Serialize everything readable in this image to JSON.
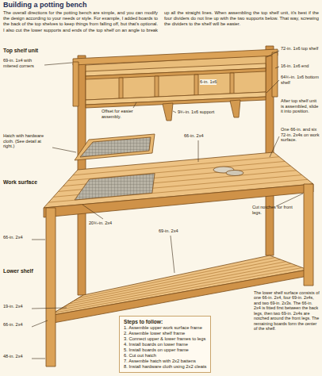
{
  "diagram": {
    "title": "Building a potting bench",
    "nodes": [
      {
        "text": [
          "Steps to follow:",
          "1. Assemble upper work surface frame",
          "2. Assemble lower shelf frame",
          "3. Connect upper & lower frames to legs",
          "4. Install boards on lower frame",
          "5. Install boards on upper frame",
          "6. Cut out hatch",
          "7. Assemble hatch with 2x2 battens",
          "8. Install hardware cloth using 2x2 cleats"
        ]
      }
    ],
    "labels": [
      "The overall directions for the potting bench are simple, and you can modify the design according to your needs or style. For example, I added boards to the back of the top shelves to keep things from falling off, but that's optional. I also cut the lower supports and ends of the top shelf on an angle to break up all the straight lines. When assembling the top shelf unit, it's best if the four dividers do not line up with the two supports below. That way, screwing the dividers to the shelf will be easier.",
      "Top shelf unit",
      "69-in. 1x4 with mitered corners",
      "72-in. 1x6 top shelf",
      "16-in. 1x6 end",
      "64¾-in. 1x6 bottom shelf",
      "Offset for easier assembly.",
      "6-in. 1x6",
      "9¾-in. 1x6 support",
      "After top shelf unit is assembled, slide it into position.",
      "66-in. 2x4",
      "Hatch with hardware cloth. (See detail at right.)",
      "One 66-in. and six 72-in. 2x4s on work surface.",
      "Work surface",
      "Cut notches for front legs.",
      "20¾-in. 2x4",
      "66-in. 2x4",
      "69-in. 2x4",
      "Lower shelf",
      "19-in. 2x4",
      "66-in. 2x4",
      "48-in. 2x4",
      "The lower shelf surface consists of one 66-in. 2x4, four 69-in. 2x4s, and two 69-in. 2x3s. The 66-in. 2x4 is fitted first between the back legs, then two 69-in. 2x4s are notched around the front legs. The remaining boards form the center of the shelf."
    ]
  }
}
